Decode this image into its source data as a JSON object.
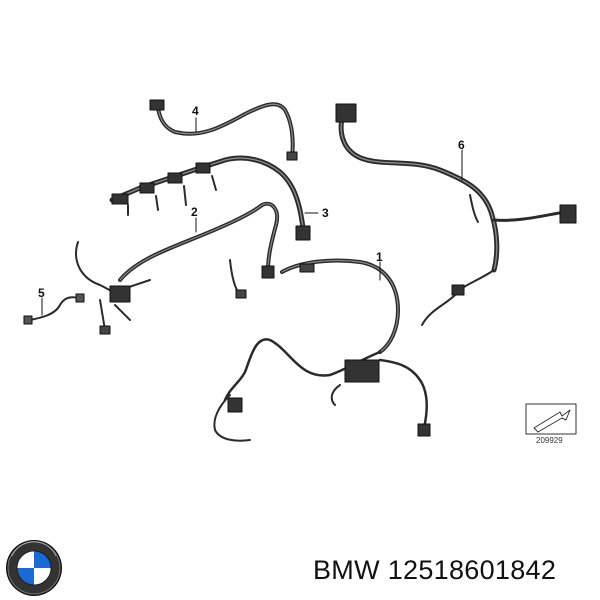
{
  "diagram": {
    "callouts": [
      "1",
      "2",
      "3",
      "4",
      "5",
      "6"
    ],
    "reference_code": "209929"
  },
  "footer": {
    "brand": "BMW",
    "part_number": "12518601842",
    "logo": "bmw-roundel-logo"
  },
  "colors": {
    "wire": "#2b2b2b",
    "wire_highlight": "#8a8a8a",
    "text": "#111111",
    "logo_blue": "#1c69d4",
    "logo_black": "#111111"
  }
}
